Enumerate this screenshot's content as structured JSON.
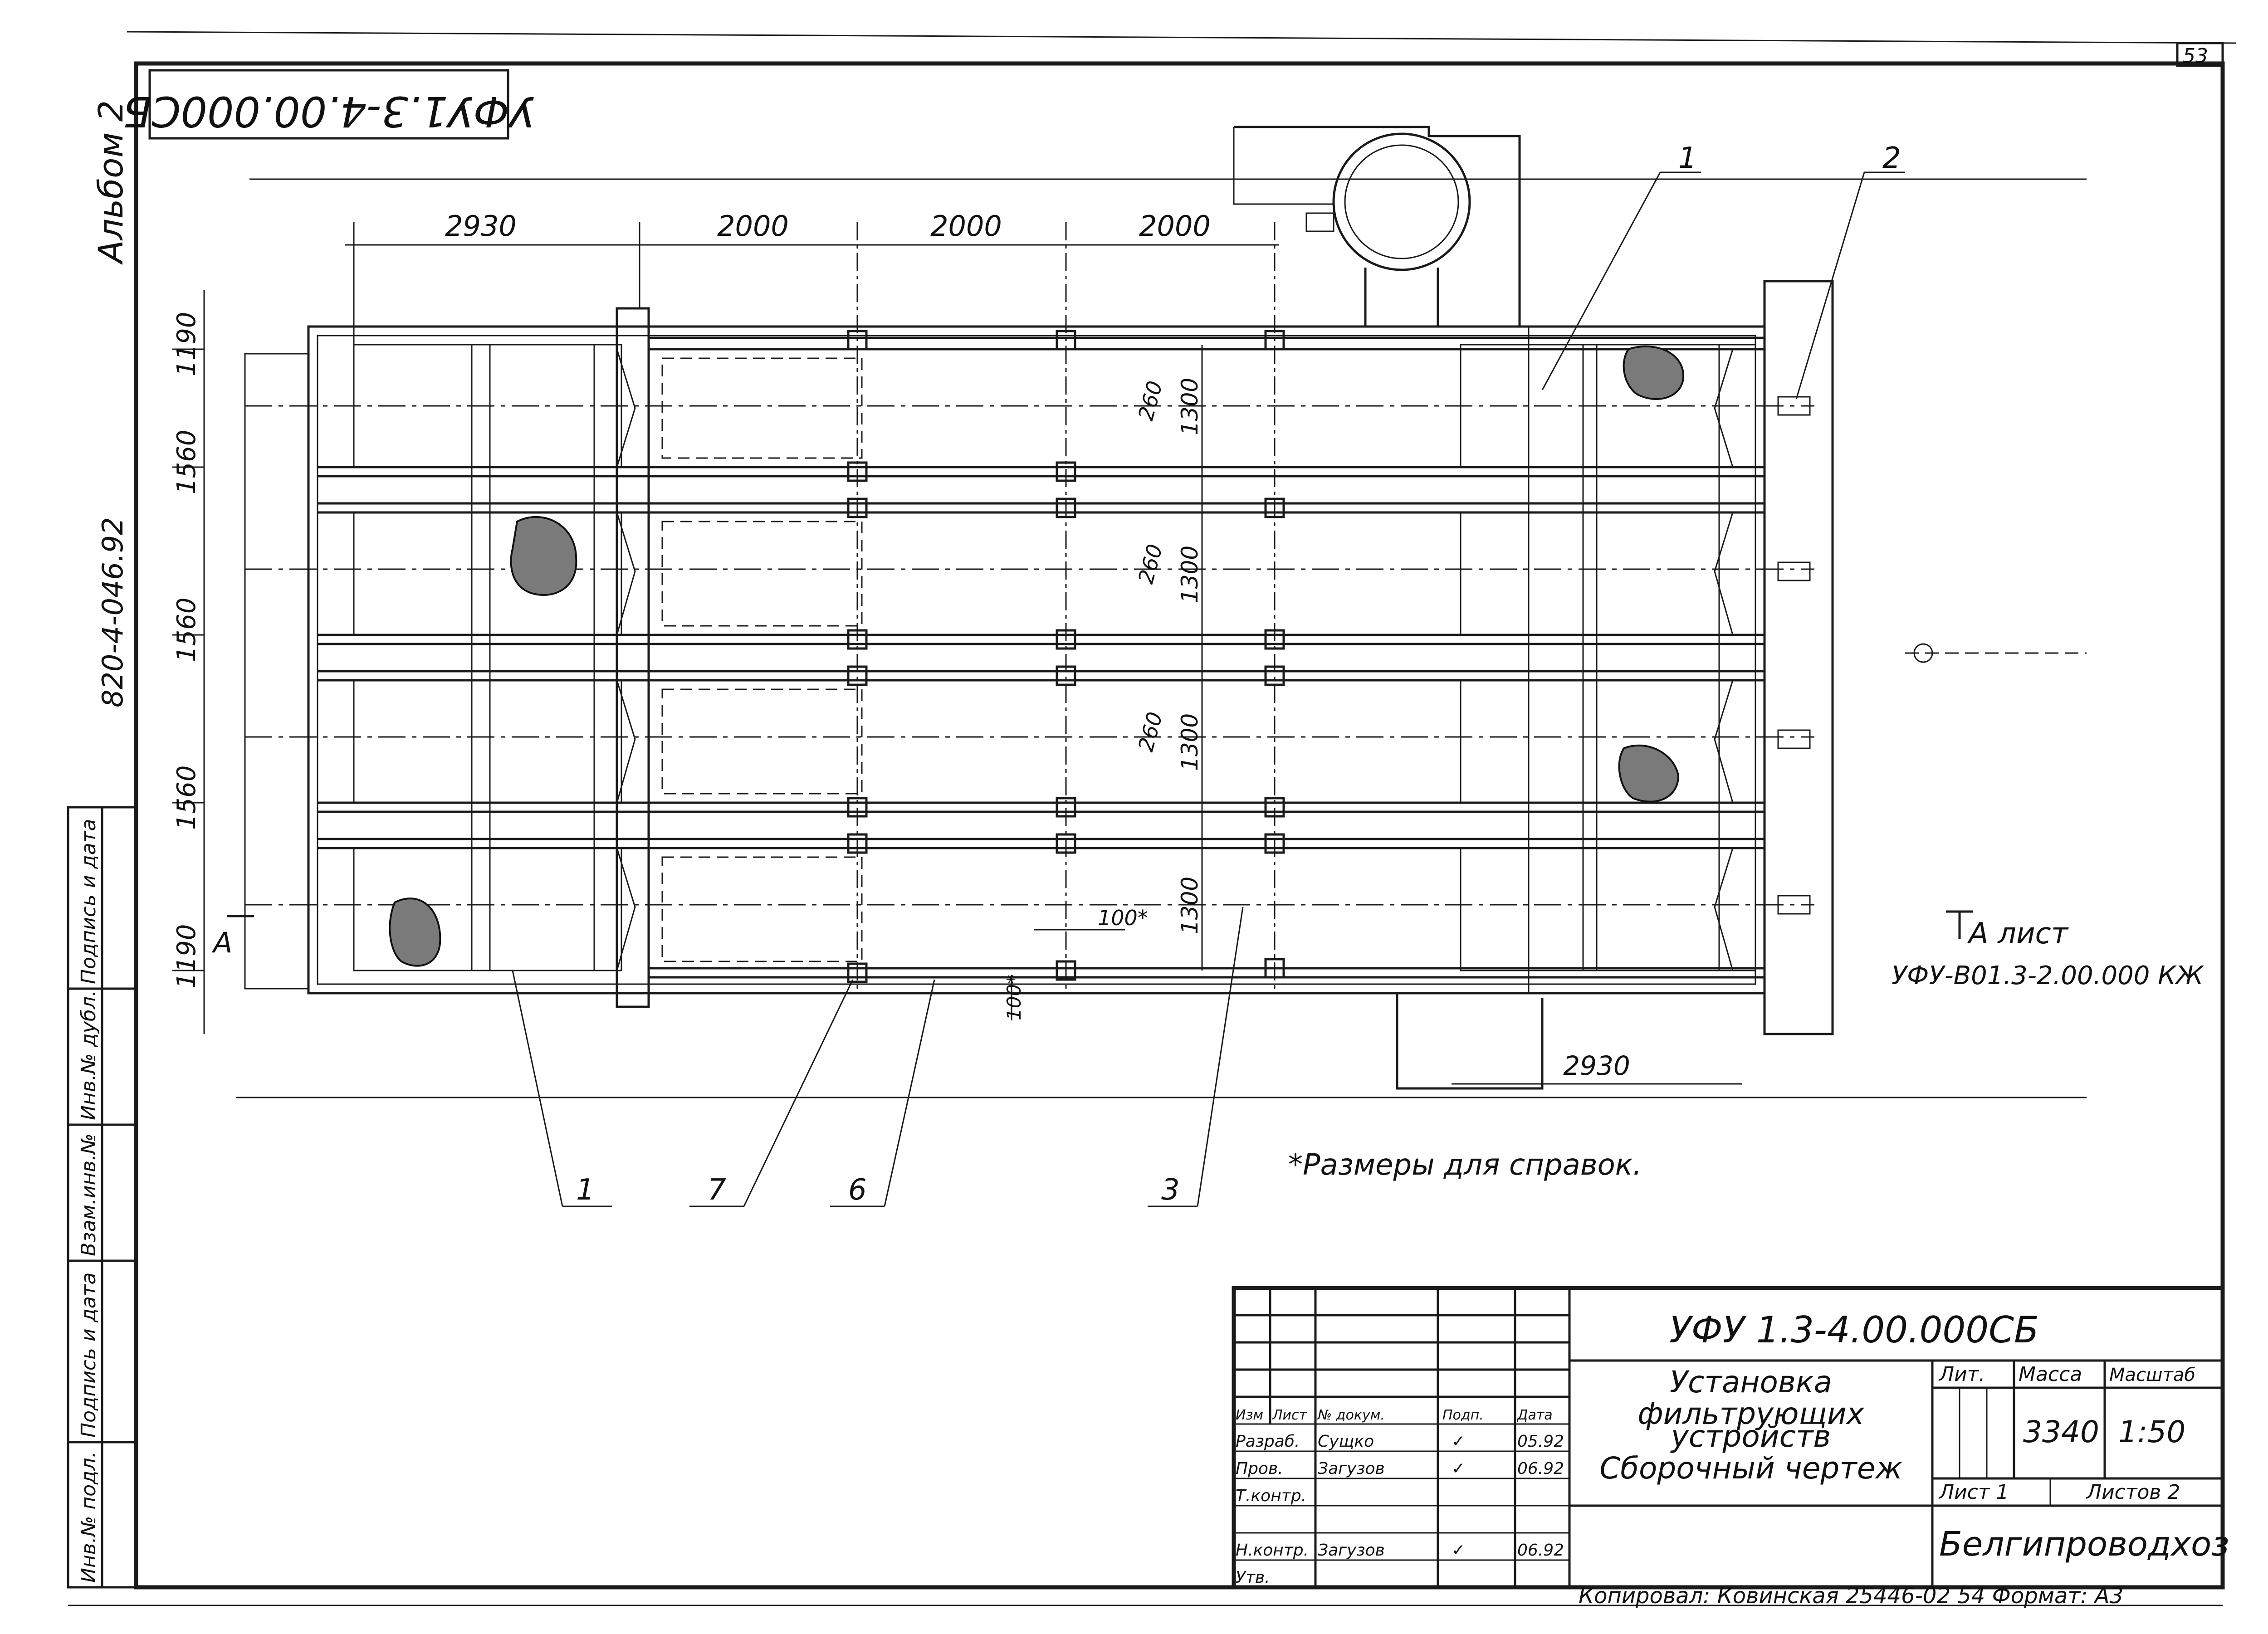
{
  "sheet": {
    "page_number": "53",
    "rotated_code": "УФУ1.3-4.00.000СБ",
    "album": "Альбом 2",
    "archive_number": "820-4-046.92"
  },
  "side_stamp": [
    "Инв.№ подл.",
    "Подпись и дата",
    "Взам.инв.№",
    "Инв.№ дубл.",
    "Подпись и дата"
  ],
  "dimensions": {
    "top": [
      "2930",
      "2000",
      "2000",
      "2000"
    ],
    "left": [
      "1190",
      "1560",
      "1560",
      "1560",
      "1190"
    ],
    "center_vertical": [
      "1300",
      "1300",
      "1300",
      "1300"
    ],
    "small_260": [
      "260",
      "260",
      "260"
    ],
    "bottom_right": "2930",
    "detail_100a": "100*",
    "detail_100b": "100*"
  },
  "callouts": {
    "top": [
      "1",
      "2"
    ],
    "bottom": [
      "1",
      "7",
      "6",
      "3"
    ]
  },
  "section": {
    "label_left": "А",
    "label_right": "А лист",
    "reference": "УФУ-В01.3-2.00.000 КЖ"
  },
  "note": "*Размеры для справок.",
  "title_block": {
    "designation": "УФУ 1.3-4.00.000СБ",
    "title_lines": [
      "Установка",
      "фильтрующих",
      "устройств",
      "Сборочный  чертеж"
    ],
    "headers": [
      "Изм",
      "Лист",
      "№ докум.",
      "Подп.",
      "Дата"
    ],
    "rows": [
      {
        "role": "Разраб.",
        "name": "Сущко",
        "sign": "✓",
        "date": "05.92"
      },
      {
        "role": "Пров.",
        "name": "Загузов",
        "sign": "✓",
        "date": "06.92"
      },
      {
        "role": "Т.контр.",
        "name": "",
        "sign": "",
        "date": ""
      },
      {
        "role": "Н.контр.",
        "name": "Загузов",
        "sign": "✓",
        "date": "06.92"
      },
      {
        "role": "Утв.",
        "name": "",
        "sign": "",
        "date": ""
      }
    ],
    "lit_label": "Лит.",
    "mass_label": "Масса",
    "scale_label": "Масштаб",
    "mass": "3340",
    "scale": "1:50",
    "sheet_label": "Лист 1",
    "sheets_label": "Листов 2",
    "organization": "Белгипроводхоз"
  },
  "footer": "Копировал: Ковинская 25446-02  54  Формат: А3"
}
